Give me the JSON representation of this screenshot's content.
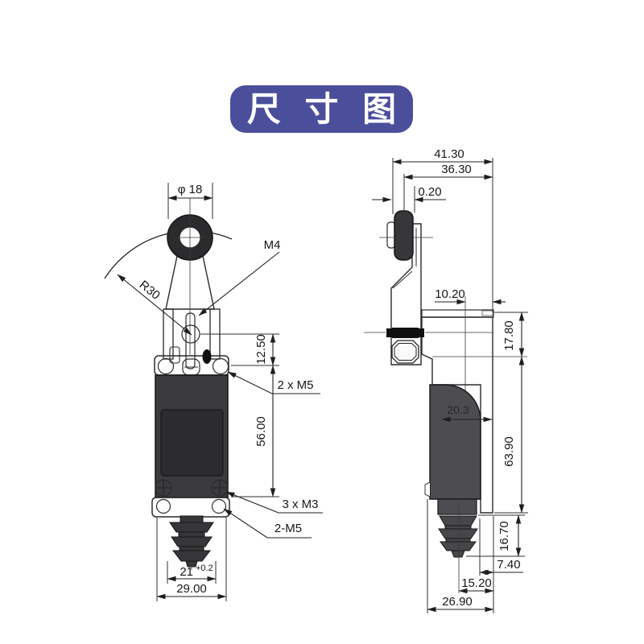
{
  "title": "尺 寸 图",
  "colors": {
    "badge": "#4a4e9b",
    "panel_blue": "#ccd8f2",
    "body_dark": "#3b3b3e",
    "panel_inner": "#2c2c2f",
    "roller_dark": "#2b2b2e",
    "roller_side": "#37373a",
    "plunger_gray": "#4d4d51",
    "bellows_front": "#363639",
    "bellows_side": "#47474b"
  },
  "front_view": {
    "dims": {
      "roller_diameter": "φ 18",
      "lever_screw": "M4",
      "lever_radius": "R30",
      "head_height": "12.50",
      "head_screws": "2 x M5",
      "body_height": "56.00",
      "cover_screws": "3 x M3",
      "base_screws": "2-M5",
      "mount_width": "21",
      "mount_width_tolerance": "+0.2",
      "base_width": "29.00"
    }
  },
  "side_view": {
    "dims": {
      "overall_depth": "41.30",
      "roller_center_depth": "36.30",
      "roller_offset": "0.20",
      "head_top_depth": "10.20",
      "head_height": "17.80",
      "body_recess_depth": "20.3",
      "body_height": "63.90",
      "bellows_height": "16.70",
      "bellows_edge_offset": "7.40",
      "plunger_center_offset": "15.20",
      "base_depth": "26.90"
    }
  }
}
